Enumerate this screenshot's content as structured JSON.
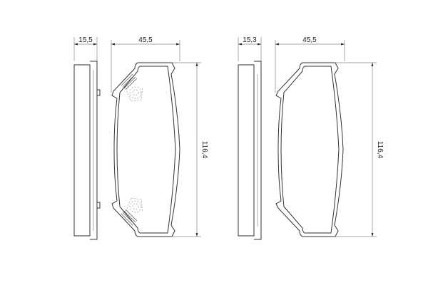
{
  "drawing": {
    "left_pad": {
      "thickness_label": "15,5",
      "width_label": "45,5",
      "height_label": "116,4",
      "has_wear_indicator_clips": true
    },
    "right_pad": {
      "thickness_label": "15,3",
      "width_label": "45,5",
      "height_label": "116,4",
      "has_wear_indicator_clips": false
    }
  },
  "colors": {
    "line": "#333333",
    "dimension_line": "#888888",
    "background": "#ffffff"
  }
}
